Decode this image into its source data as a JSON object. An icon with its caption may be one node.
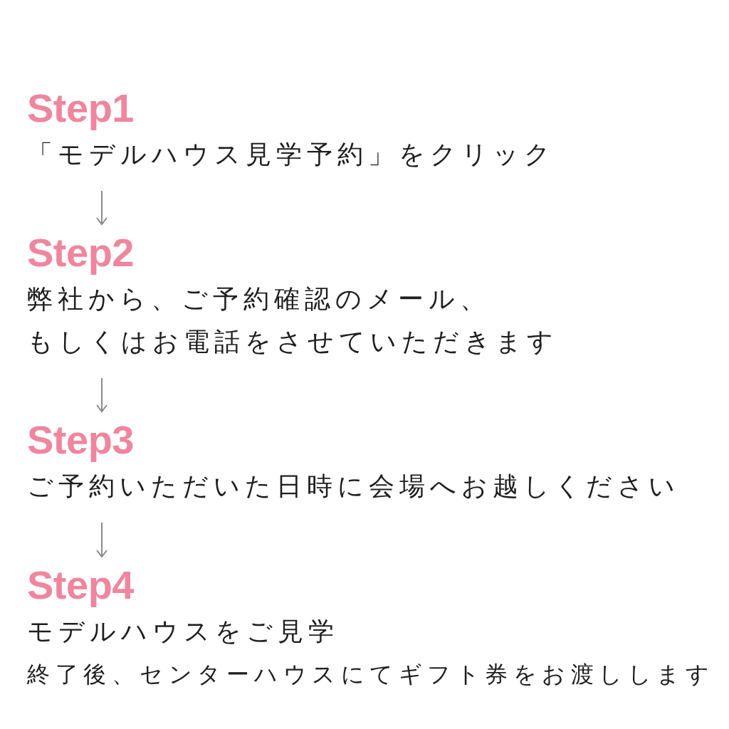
{
  "diagram": {
    "nodes": [
      {
        "text": [
          "Step1",
          "「モデルハウス見学予約」をクリック"
        ]
      },
      {
        "text": [
          "Step2",
          "弊社から、ご予約確認のメール、もしくはお電話をさせていただきます"
        ]
      },
      {
        "text": [
          "Step3",
          "ご予約いただいた日時に会場へお越しください"
        ]
      },
      {
        "text": [
          "Step4",
          "モデルハウスをご見学",
          "終了後、センターハウスにてギフト券をお渡しします"
        ]
      }
    ],
    "edges": [
      {
        "from": 0,
        "to": 1,
        "arrow": "to"
      },
      {
        "from": 1,
        "to": 2,
        "arrow": "to"
      },
      {
        "from": 2,
        "to": 3,
        "arrow": "to"
      }
    ]
  }
}
